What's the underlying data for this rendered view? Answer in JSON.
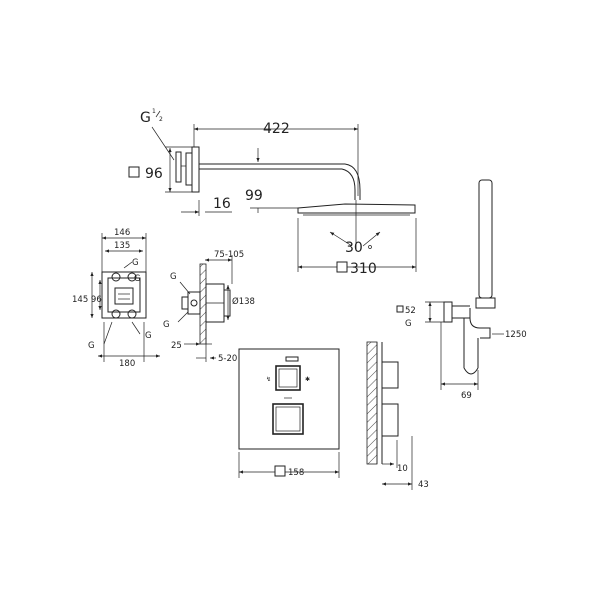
{
  "dimensions": {
    "g_half_label": "G",
    "fraction_num": "1",
    "fraction_den": "2",
    "arm_length": "422",
    "flange": "96",
    "arm_offset": "16",
    "arm_drop": "99",
    "head_angle": "30",
    "head_size": "310",
    "box_width_outer": "146",
    "box_width_inner": "135",
    "box_height": "145 96",
    "box_bottom": "180",
    "wall_depth": "75-105",
    "box_diameter": "Ø138",
    "box_depth": "25",
    "wall_finish": "5-20",
    "plate_size": "158",
    "projection_1": "10",
    "projection_2": "43",
    "elbow_size": "52",
    "hose_length": "1250",
    "holder_depth": "69"
  }
}
